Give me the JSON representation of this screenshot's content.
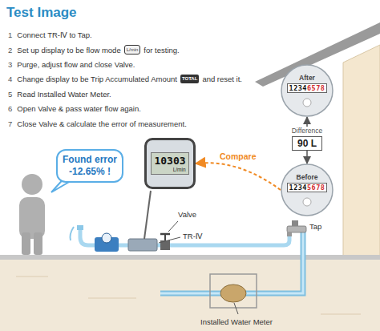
{
  "diagram": {
    "title": "Test Image",
    "nodes": [
      {
        "text": [
          "Found error -12.65% !"
        ]
      },
      {
        "text": [
          "After",
          "1234",
          "6578"
        ]
      },
      {
        "text": [
          "Difference",
          "90 L"
        ]
      },
      {
        "text": [
          "Before",
          "1234",
          "5678"
        ]
      },
      {
        "text": [
          "10303",
          "L/min"
        ]
      }
    ],
    "edges": [
      {
        "from": 2,
        "to": 1,
        "arrow": "to"
      },
      {
        "from": 2,
        "to": 3,
        "arrow": "to"
      },
      {
        "from": 3,
        "to": 4,
        "label": "Compare",
        "arrow": "to"
      }
    ],
    "labels": [
      "1",
      "Connect TR-Ⅳ to Tap.",
      "2",
      "Set up display to be flow mode",
      "L/min",
      "for testing.",
      "3",
      "Purge, adjust flow and close Valve.",
      "4",
      "Change display to be Trip Accumulated Amount",
      "TOTAL",
      "and reset it.",
      "5",
      "Read Installed Water Meter.",
      "6",
      "Open Valve & pass water flow again.",
      "7",
      "Close Valve & calculate the error of measurement.",
      "Valve",
      "TR-Ⅳ",
      "Tap",
      "Installed Water Meter"
    ]
  }
}
